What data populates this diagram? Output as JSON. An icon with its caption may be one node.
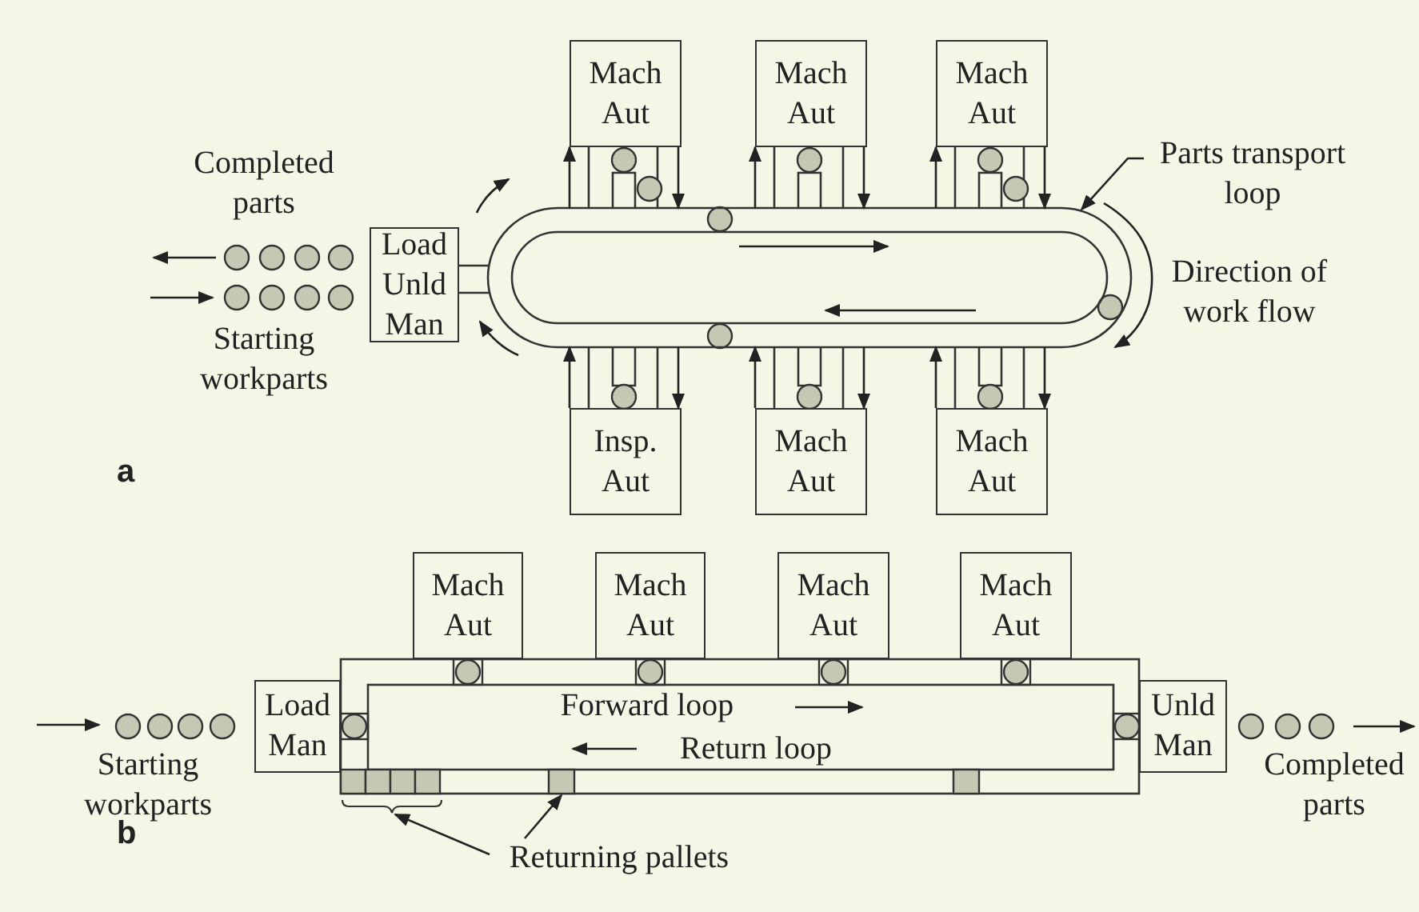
{
  "diagram": {
    "nodes": [
      {
        "text": [
          "Load Unld Man"
        ]
      },
      {
        "text": [
          "Mach Aut"
        ]
      },
      {
        "text": [
          "Mach Aut"
        ]
      },
      {
        "text": [
          "Mach Aut"
        ]
      },
      {
        "text": [
          "Insp. Aut"
        ]
      },
      {
        "text": [
          "Mach Aut"
        ]
      },
      {
        "text": [
          "Mach Aut"
        ]
      },
      {
        "text": [
          "Parts transport loop"
        ]
      },
      {
        "text": [
          "Load Man"
        ]
      },
      {
        "text": [
          "Mach Aut"
        ]
      },
      {
        "text": [
          "Mach Aut"
        ]
      },
      {
        "text": [
          "Mach Aut"
        ]
      },
      {
        "text": [
          "Mach Aut"
        ]
      },
      {
        "text": [
          "Unld Man"
        ]
      },
      {
        "text": [
          "Returning pallets"
        ]
      },
      {
        "text": [],
        "shape": "track"
      },
      {
        "text": [],
        "shape": "bar"
      },
      {
        "text": [],
        "shape": "box"
      },
      {
        "text": [],
        "shape": "box"
      }
    ],
    "edges": [
      {
        "from": 7,
        "to": 15,
        "arrow": "to"
      },
      {
        "from": 14,
        "to": 16,
        "arrow": "to"
      },
      {
        "from": 14,
        "to": 17,
        "arrow": "to"
      },
      {
        "from": 15,
        "to": 1,
        "arrow": "to"
      },
      {
        "from": 1,
        "to": 15,
        "arrow": "to"
      },
      {
        "from": 15,
        "to": 2,
        "arrow": "to"
      },
      {
        "from": 2,
        "to": 15,
        "arrow": "to"
      },
      {
        "from": 15,
        "to": 3,
        "arrow": "to"
      },
      {
        "from": 3,
        "to": 15,
        "arrow": "to"
      },
      {
        "from": 4,
        "to": 15,
        "arrow": "to"
      },
      {
        "from": 15,
        "to": 4,
        "arrow": "to"
      },
      {
        "from": 5,
        "to": 15,
        "arrow": "to"
      },
      {
        "from": 15,
        "to": 5,
        "arrow": "to"
      },
      {
        "from": 6,
        "to": 15,
        "arrow": "to"
      },
      {
        "from": 15,
        "to": 6,
        "arrow": "to"
      }
    ],
    "labels": [
      "Completed parts",
      "Direction of work flow",
      "Starting workparts",
      "a",
      "Forward loop",
      "Return loop",
      "Starting workparts",
      "Completed parts",
      "b"
    ]
  }
}
